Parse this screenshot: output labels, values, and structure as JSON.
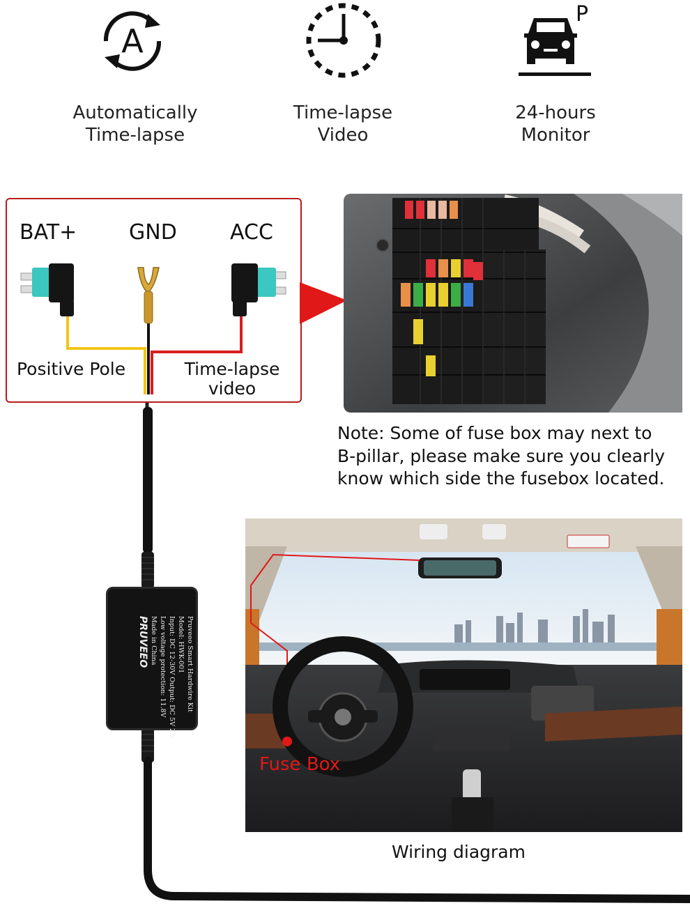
{
  "features": [
    {
      "icon": "auto-timelapse-icon",
      "line1": "Automatically",
      "line2": "Time-lapse"
    },
    {
      "icon": "clock-icon",
      "line1": "Time-lapse",
      "line2": "Video"
    },
    {
      "icon": "parked-car-icon",
      "line1": "24-hours",
      "line2": "Monitor"
    }
  ],
  "icon_glyphs": {
    "auto_letter": "A",
    "parking_letter": "P"
  },
  "wiring": {
    "bat_label": "BAT+",
    "gnd_label": "GND",
    "acc_label": "ACC",
    "positive_label": "Positive Pole",
    "timelapse_line1": "Time-lapse",
    "timelapse_line2": "video"
  },
  "note": {
    "line1": "Note: Some of fuse box may next to",
    "line2": "B-pillar, please make sure you clearly",
    "line3": "know which side the fusebox located."
  },
  "hardwire_box": {
    "line1": "Pruveeo Smart Hardwire Kit",
    "line2": "Model: HWK-001",
    "line3": "Input: DC 12-30V    Output: DC 5V 2A",
    "line4": "Low voltage protection: 11.8V",
    "line5": "Made in China",
    "brand": "PRUVEEO"
  },
  "car_interior": {
    "fuse_box_label": "Fuse Box"
  },
  "caption": "Wiring diagram",
  "colors": {
    "accent_red": "#e01818",
    "frame_red": "#b81c1c",
    "wire_yellow": "#f2c514",
    "wire_red": "#d81e1e",
    "cable_black": "#111111",
    "fuse_teal": "#3cc7c0"
  }
}
